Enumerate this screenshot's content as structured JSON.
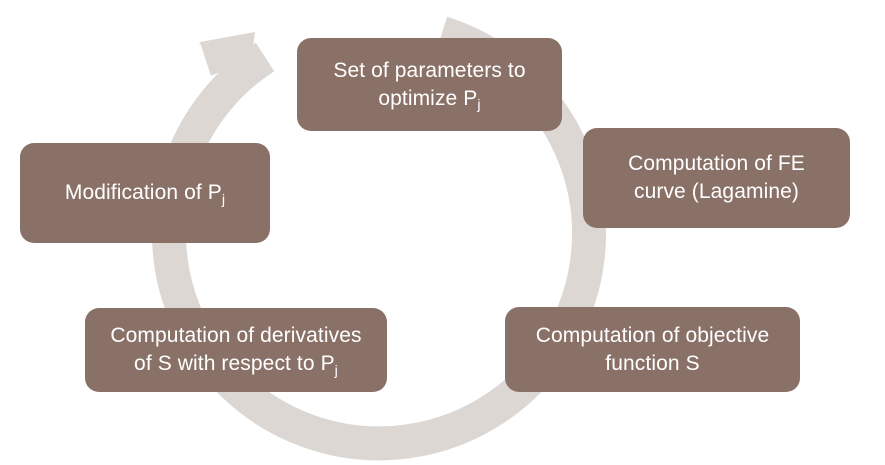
{
  "diagram": {
    "type": "cycle",
    "title": "",
    "colors": {
      "node_fill": "#8a7168",
      "node_text": "#ffffff",
      "ring": "#dcd7d2",
      "background": "#ffffff"
    },
    "ring": {
      "direction": "clockwise",
      "arrowhead_position": "top-left"
    },
    "nodes": [
      {
        "id": "set-of-parameters",
        "position": "top",
        "line1": "Set of parameters to",
        "line2_pre": "optimize P",
        "line2_sub": "j",
        "line2_post": ""
      },
      {
        "id": "computation-fe-curve",
        "position": "right",
        "line1": "Computation of FE",
        "line2_pre": "curve (Lagamine)",
        "line2_sub": "",
        "line2_post": ""
      },
      {
        "id": "computation-objective-function",
        "position": "bottom-right",
        "line1": "Computation of objective",
        "line2_pre": "function S",
        "line2_sub": "",
        "line2_post": ""
      },
      {
        "id": "computation-derivatives",
        "position": "bottom-left",
        "line1": "Computation of derivatives",
        "line2_pre": "of S with respect to P",
        "line2_sub": "j",
        "line2_post": ""
      },
      {
        "id": "modification-of-p",
        "position": "left",
        "line1": "",
        "line2_pre": "Modification of P",
        "line2_sub": "j",
        "line2_post": ""
      }
    ]
  }
}
